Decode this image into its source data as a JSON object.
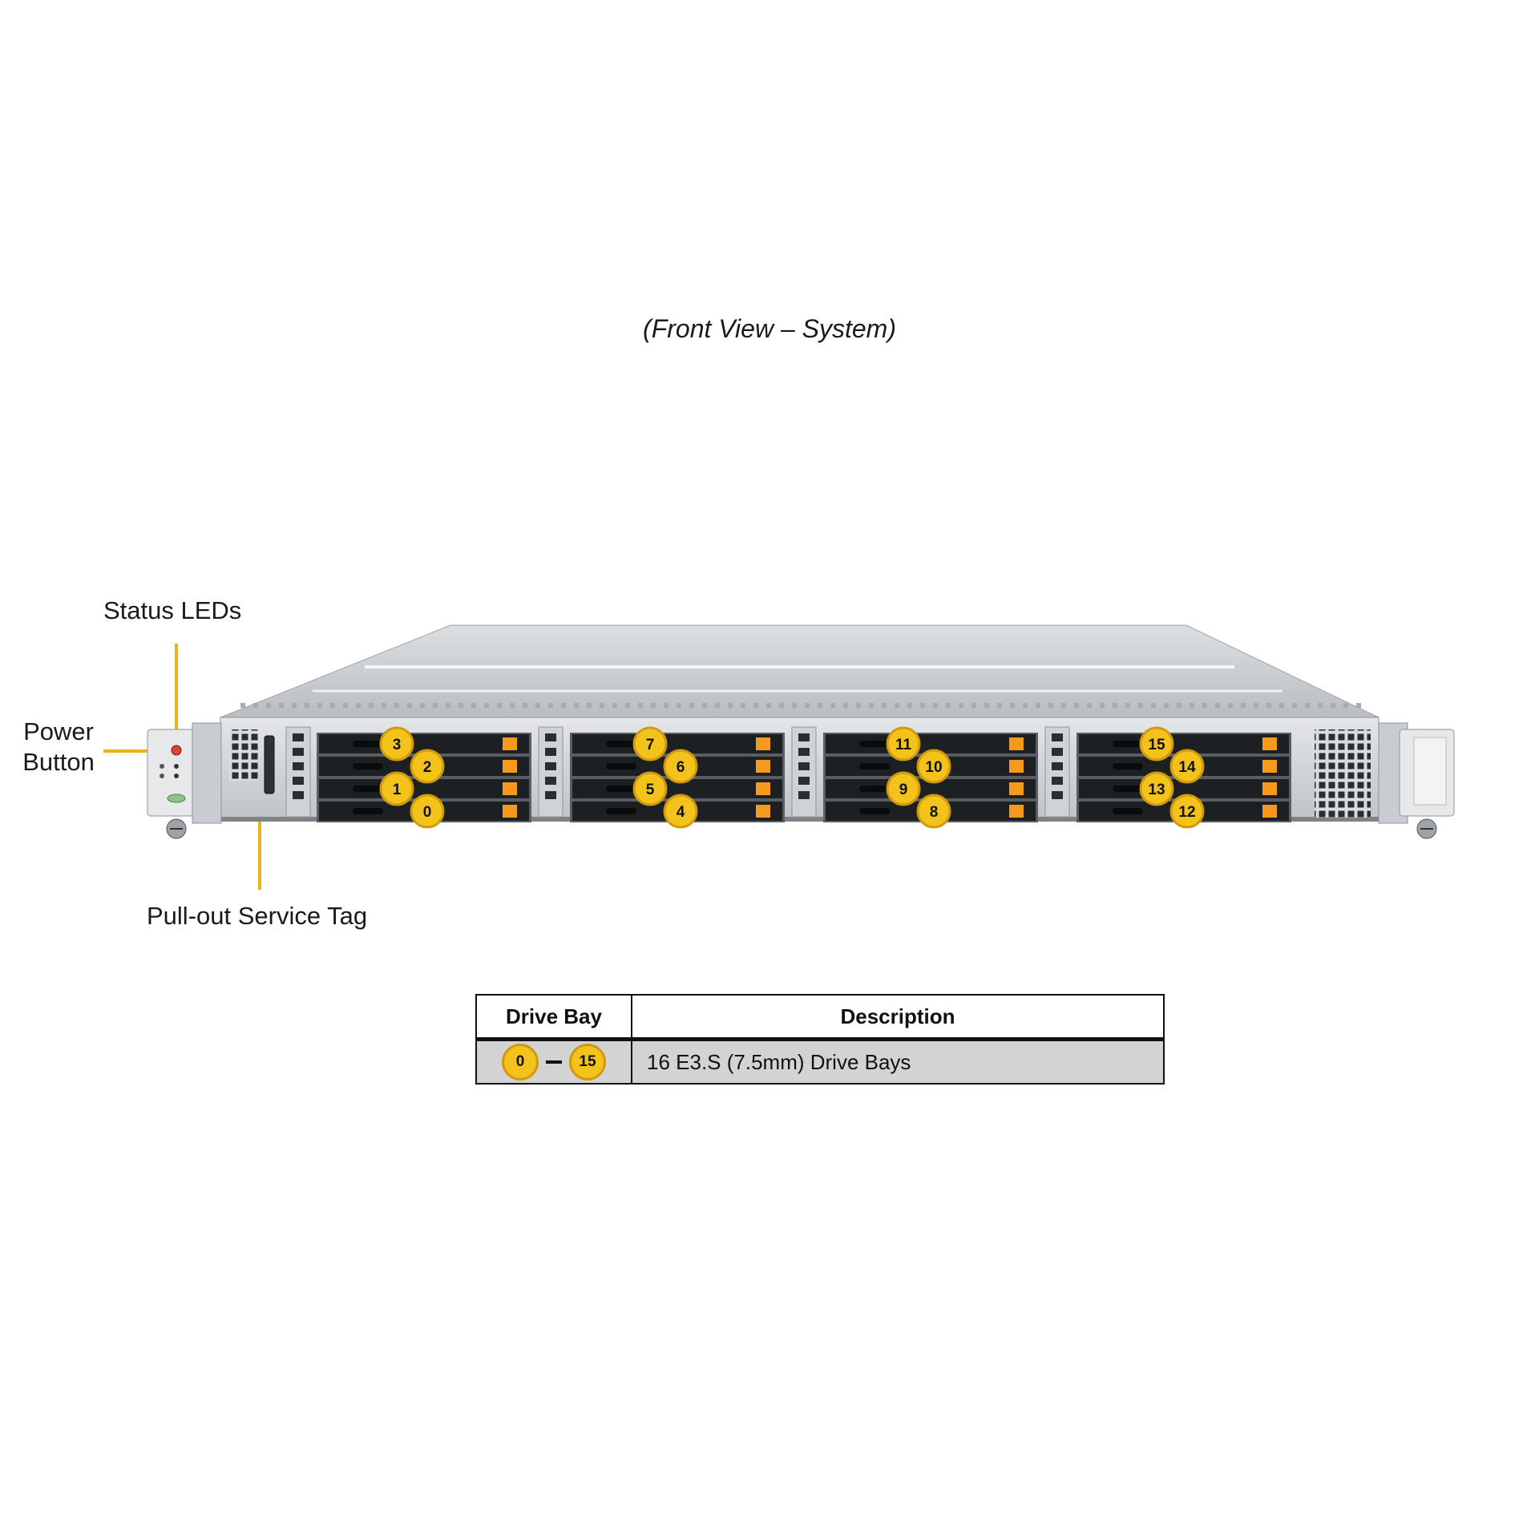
{
  "caption": "(Front View – System)",
  "callouts": {
    "status_leds": "Status LEDs",
    "power_button_line1": "Power",
    "power_button_line2": "Button",
    "service_tag": "Pull-out Service Tag"
  },
  "drive_bays": [
    {
      "group": 1,
      "labels": [
        "3",
        "2",
        "1",
        "0"
      ]
    },
    {
      "group": 2,
      "labels": [
        "7",
        "6",
        "5",
        "4"
      ]
    },
    {
      "group": 3,
      "labels": [
        "11",
        "10",
        "9",
        "8"
      ]
    },
    {
      "group": 4,
      "labels": [
        "15",
        "14",
        "13",
        "12"
      ]
    }
  ],
  "legend_table": {
    "headers": [
      "Drive Bay",
      "Description"
    ],
    "rows": [
      {
        "bay_from": "0",
        "bay_to": "15",
        "description": "16 E3.S (7.5mm) Drive  Bays"
      }
    ]
  },
  "colors": {
    "badge_fill": "#f3c21b",
    "badge_stroke": "#d19a0c",
    "drive_latch": "#f59a1c",
    "leader_line": "#e8b416"
  }
}
